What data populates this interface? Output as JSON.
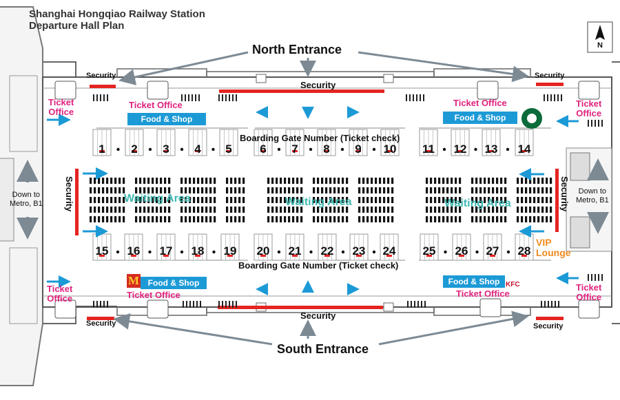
{
  "title": {
    "line1": "Shanghai Hongqiao Railway Station",
    "line2": "Departure Hall Plan"
  },
  "compass": {
    "label": "N"
  },
  "entrances": {
    "north": "North Entrance",
    "south": "South Entrance"
  },
  "security": {
    "label": "Security",
    "north_left": "Security",
    "north_center": "Security",
    "north_right": "Security",
    "south_left": "Security",
    "south_center": "Security",
    "south_right": "Security",
    "west": "Security",
    "east": "Security"
  },
  "ticket_office": {
    "nw": [
      "Ticket",
      "Office"
    ],
    "n_left": "Ticket Office",
    "n_right": "Ticket Office",
    "ne": [
      "Ticket",
      "Office"
    ],
    "sw": [
      "Ticket",
      "Office"
    ],
    "s_left": "Ticket Office",
    "s_right": "Ticket Office",
    "se": [
      "Ticket",
      "Office"
    ]
  },
  "food_shop": {
    "n_left": "Food & Shop",
    "n_right": "Food & Shop",
    "s_left": "Food & Shop",
    "s_right": "Food & Shop"
  },
  "boarding_label": {
    "north": "Boarding Gate Number (Ticket check)",
    "south": "Boarding Gate Number (Ticket check)"
  },
  "gates": {
    "north": [
      "1",
      "2",
      "3",
      "4",
      "5",
      "6",
      "7",
      "8",
      "9",
      "10",
      "11",
      "12",
      "13",
      "14"
    ],
    "south": [
      "15",
      "16",
      "17",
      "18",
      "19",
      "20",
      "21",
      "22",
      "23",
      "24",
      "25",
      "26",
      "27",
      "28"
    ]
  },
  "waiting_area": {
    "left": "Waiting Area",
    "center": "Waiting Area",
    "right": "Waiting Area"
  },
  "metro": {
    "west": [
      "Down to",
      "Metro, B1"
    ],
    "east": [
      "Down to",
      "Metro, B1"
    ]
  },
  "vip": [
    "VIP",
    "Lounge"
  ],
  "brands": {
    "mcdonalds": "M",
    "kfc": "KFC"
  },
  "colors": {
    "security_bar": "#e52421",
    "food_shop_bg": "#1c9ad6",
    "ticket_text": "#e0227e",
    "waiting_text": "#3fb8b2",
    "vip_text": "#f08a1e",
    "arrow_gray": "#7d8a94",
    "arrow_blue": "#1c9ad6",
    "wall": "#555555"
  }
}
